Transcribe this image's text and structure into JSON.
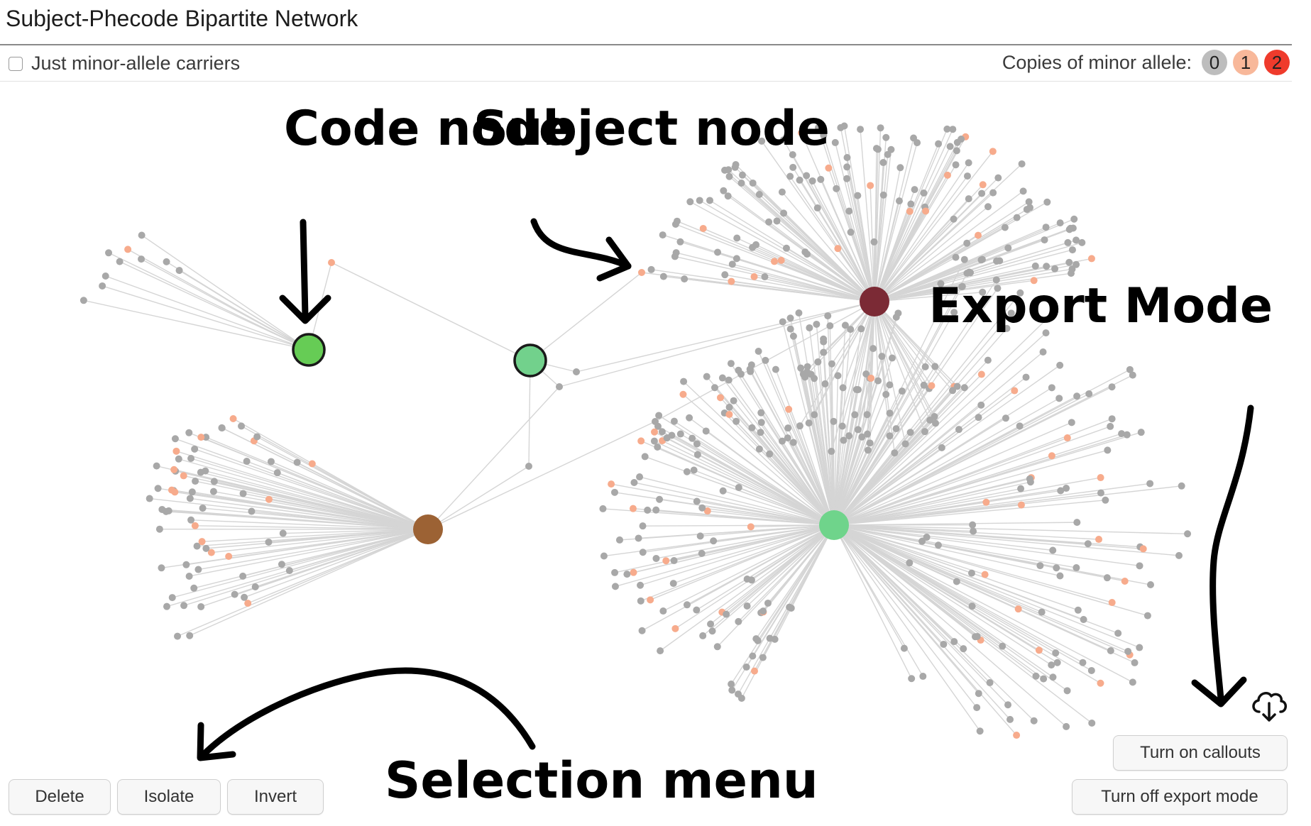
{
  "window": {
    "title": "Subject-Phecode Bipartite Network"
  },
  "toolbar": {
    "toggle_label": "Just minor-allele carriers",
    "toggle_checked": false,
    "legend_label": "Copies of minor allele:",
    "legend": [
      {
        "value": "0",
        "color": "#bdbdbd"
      },
      {
        "value": "1",
        "color": "#f8b89a"
      },
      {
        "value": "2",
        "color": "#ef3b2c"
      }
    ]
  },
  "network": {
    "code_nodes": [
      {
        "name": "code-node-a",
        "color": "#66cc55",
        "outlined": true
      },
      {
        "name": "code-node-b",
        "color": "#72d18c",
        "outlined": true
      },
      {
        "name": "code-node-c",
        "color": "#7b2a35",
        "outlined": false
      },
      {
        "name": "code-node-d",
        "color": "#9c6234",
        "outlined": false
      },
      {
        "name": "code-node-e",
        "color": "#6fd48b",
        "outlined": false
      }
    ],
    "subject_colors": {
      "zero": "#a8a8a8",
      "one": "#f7ab8c"
    },
    "edge_color": "#d5d5d5"
  },
  "annotations": {
    "code_node": "Code node",
    "subject_node": "Subject node",
    "export_mode": "Export Mode",
    "selection_menu": "Selection menu"
  },
  "selection_menu": {
    "delete": "Delete",
    "isolate": "Isolate",
    "invert": "Invert"
  },
  "export_controls": {
    "callouts": "Turn on callouts",
    "export_mode": "Turn off export mode",
    "icon": "cloud-download-icon"
  }
}
